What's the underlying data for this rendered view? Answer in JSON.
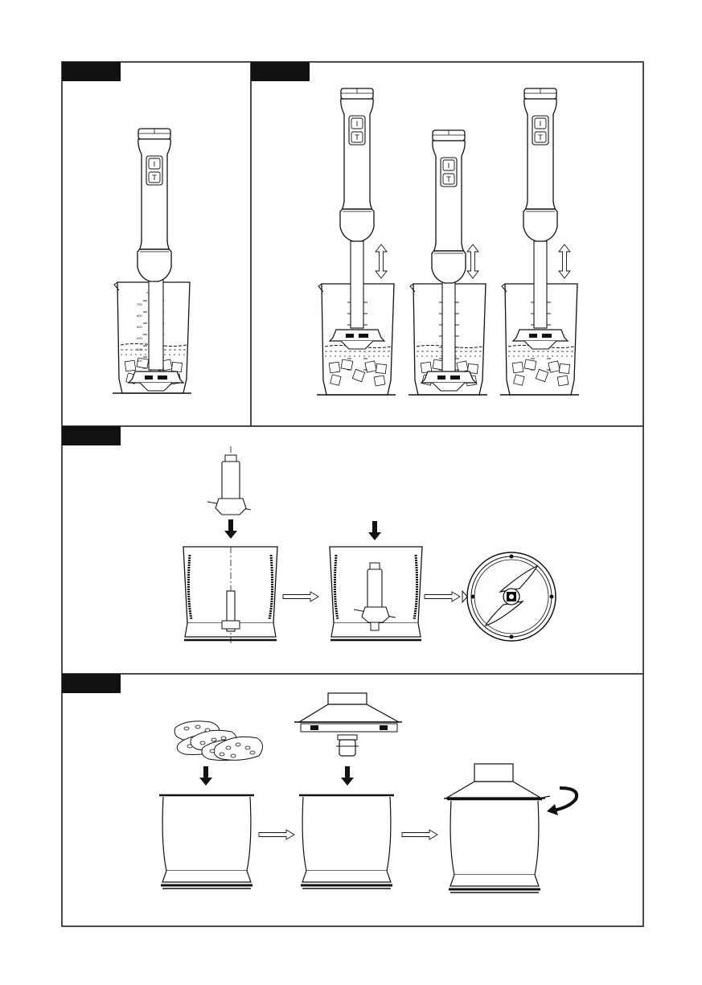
{
  "page": {
    "background": "#ffffff",
    "ink": "#111111",
    "tab_color": "#111111"
  },
  "panels": [
    {
      "id": "fig1",
      "tab_label": ""
    },
    {
      "id": "fig2",
      "tab_label": ""
    },
    {
      "id": "fig3",
      "tab_label": ""
    },
    {
      "id": "fig4",
      "tab_label": ""
    }
  ],
  "blender": {
    "button_on": "I",
    "button_turbo": "T"
  },
  "beaker": {
    "scale_labels": [
      "ml",
      "700",
      "600",
      "500",
      "400",
      "300",
      "200",
      "100"
    ]
  },
  "icons": {
    "down_arrow": "down-arrow-icon",
    "right_arrow": "right-arrow-icon",
    "up_down_arrow": "up-down-arrow-icon",
    "rotate_arrow": "rotate-arrow-icon"
  }
}
